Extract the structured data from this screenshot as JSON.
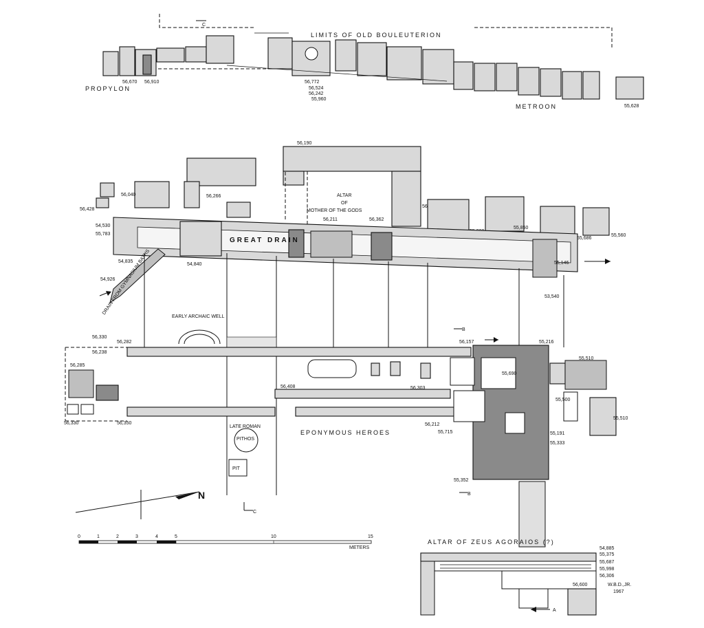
{
  "plan": {
    "labels": {
      "limits": "LIMITS OF OLD BOULEUTERION",
      "propylon": "PROPYLON",
      "metroon": "METROON",
      "altar_mother_1": "ALTAR",
      "altar_mother_2": "OF",
      "altar_mother_3": "MOTHER OF THE GODS",
      "great_drain": "GREAT DRAIN",
      "drain_gym": "DRAIN FROM GYMNASIUM BATHS",
      "well": "EARLY ARCHAIC WELL",
      "late_roman": "LATE ROMAN",
      "pithos": "PITHOS",
      "pit": "PIT",
      "eponymous": "EPONYMOUS HEROES",
      "altar_zeus": "ALTAR OF ZEUS AGORAIOS (?)",
      "meters": "METERS",
      "signature_1": "W.B.D.,JR.",
      "signature_2": "1967",
      "north": "N",
      "section_a": "A",
      "section_b1": "B",
      "section_b2": "B",
      "section_c1": "C",
      "section_c2": "C"
    },
    "elevations": {
      "e56670": "56,670",
      "e56910": "56,910",
      "e56772": "56,772",
      "e56524": "56,524",
      "e56242": "56,242",
      "e55960": "55,960",
      "e55628": "55,628",
      "e56190": "56,190",
      "e56040": "56,040",
      "e56266": "56,266",
      "e56428": "56,428",
      "e54530": "54,530",
      "e55783": "55,783",
      "e56211": "56,211",
      "e56362": "56,362",
      "e56215": "56,215",
      "e55900": "55,900",
      "e55850": "55,850",
      "e55686": "55,686",
      "e55560": "55,560",
      "e55146": "55,146",
      "e54835": "54,835",
      "e54840": "54,840",
      "e54926": "54,926",
      "e53540": "53,540",
      "e56330a": "56,330",
      "e56238": "56,238",
      "e56282": "56,282",
      "e56285": "56,285",
      "e56330b": "56,330",
      "e56350": "56,350",
      "e56157": "56,157",
      "e55216": "55,216",
      "e55510a": "55,510",
      "e55690": "55,690",
      "e56408": "56,408",
      "e56303": "56,303",
      "e56212": "56,212",
      "e55715": "55,715",
      "e55500": "55,500",
      "e55510b": "55,510",
      "e55191": "55,191",
      "e55333": "55,333",
      "e55352": "55,352",
      "e54885": "54,885",
      "e55375": "55,375",
      "e55687": "55,687",
      "e55998": "55,998",
      "e56306": "56,306",
      "e56600": "56,600"
    },
    "scale_ticks": [
      "0",
      "1",
      "2",
      "3",
      "4",
      "5",
      "10",
      "15"
    ]
  }
}
